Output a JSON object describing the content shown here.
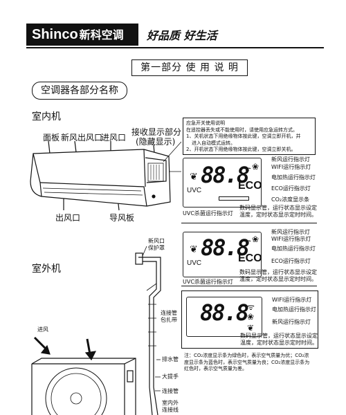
{
  "header": {
    "brand_en": "Shinco",
    "brand_cn": "新科空调",
    "slogan": "好品质 好生活"
  },
  "section_title": "第一部分 使 用 说 明",
  "parts_title": "空调器各部分名称",
  "indoor": {
    "heading": "室内机",
    "labels": {
      "panel": "面板",
      "fresh_air_outlet": "新风出风口",
      "air_inlet": "进风口",
      "receiver": "接收显示部分",
      "receiver_hidden": "(隐藏显示)",
      "air_outlet": "出风口",
      "louver": "导风板"
    }
  },
  "emergency_note": [
    "应急开关使用说明",
    "在遥控器丢失或不能使用时，请使用应急运转方式。",
    "1、关机状态下用绝缘物体按此键，空调立即开机，并",
    "进入自动模式运转。",
    "2、开机状态下用绝缘物体按此键，空调立即关机。"
  ],
  "display_panels": [
    {
      "digits": "88.8",
      "uvc": "UVC",
      "eco": "ECO",
      "right_labels": [
        "新风运行指示灯",
        "WIFI运行指示灯",
        "电加热运行指示灯",
        "ECO运行指示灯",
        "CO₂浓度显示条"
      ],
      "bottom_left": "UVC杀菌运行指示灯",
      "bottom_right": [
        "数码显示管，运行状态显示设定",
        "温度，定时状态显示定时时间。"
      ]
    },
    {
      "digits": "88.8",
      "uvc": "UVC",
      "eco": "ECO",
      "right_labels": [
        "新风运行指示灯",
        "WIFI运行指示灯",
        "电加热运行指示灯",
        "ECO运行指示灯"
      ],
      "bottom_left": "UVC杀菌运行指示灯",
      "bottom_right": [
        "数码显示管，运行状态显示设定",
        "温度，定时状态显示定时时间。"
      ]
    },
    {
      "digits": "88.8",
      "right_labels": [
        "WIFI运行指示灯",
        "电加热运行指示灯",
        "新风运行指示灯"
      ],
      "bottom_right": [
        "数码显示管，运行状态显示设定",
        "温度，定时状态显示定时时间。"
      ]
    }
  ],
  "outdoor": {
    "heading": "室外机",
    "labels": {
      "fresh_air_inlet": "新风口",
      "protective_cover": "保护罩",
      "air_in": "进风",
      "connecting_pipe": "连接管",
      "wrap_tape": "包扎带",
      "drain_pipe": "排水管",
      "handle": "大提手",
      "connecting_pipe2": "连接管",
      "cable_1": "室内外",
      "cable_2": "连接线"
    }
  },
  "co2_note": [
    "注：CO₂浓度显示条为绿色时，表示空气质量为优；CO₂浓",
    "度显示条为蓝色时，表示空气质量为良；CO₂浓度显示条为",
    "红色时，表示空气质量为差。"
  ]
}
